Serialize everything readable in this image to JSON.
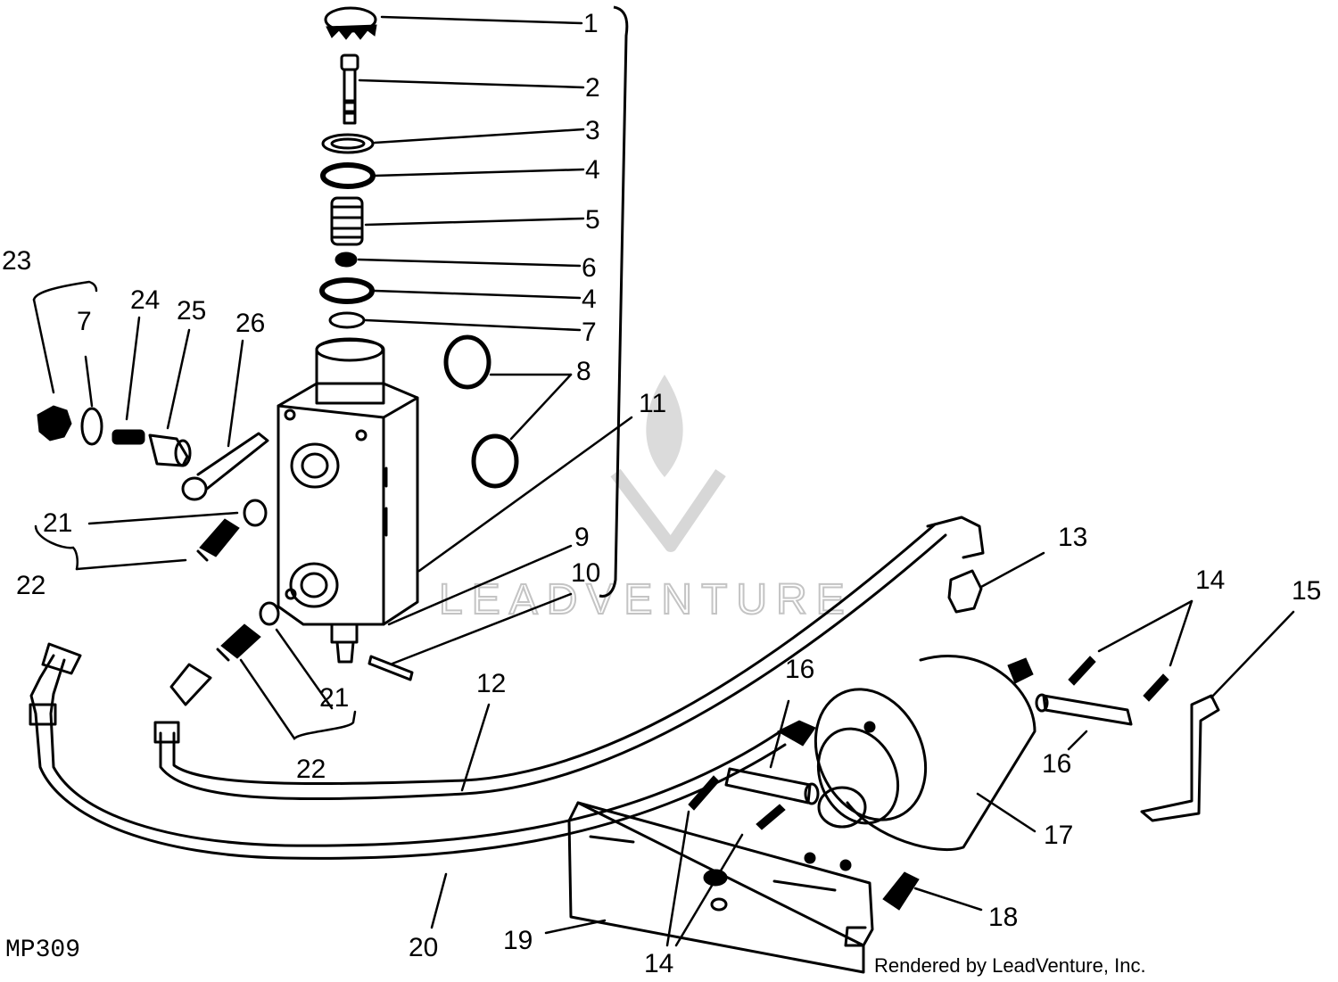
{
  "diagram": {
    "code": "MP309",
    "credit": "Rendered by LeadVenture, Inc.",
    "watermark": "LEADVENTURE",
    "callouts": [
      "1",
      "2",
      "3",
      "4",
      "5",
      "6",
      "4",
      "7",
      "8",
      "11",
      "23",
      "24",
      "25",
      "26",
      "7",
      "21",
      "22",
      "9",
      "10",
      "13",
      "14",
      "15",
      "16",
      "12",
      "21",
      "22",
      "16",
      "17",
      "18",
      "20",
      "19",
      "14"
    ]
  }
}
